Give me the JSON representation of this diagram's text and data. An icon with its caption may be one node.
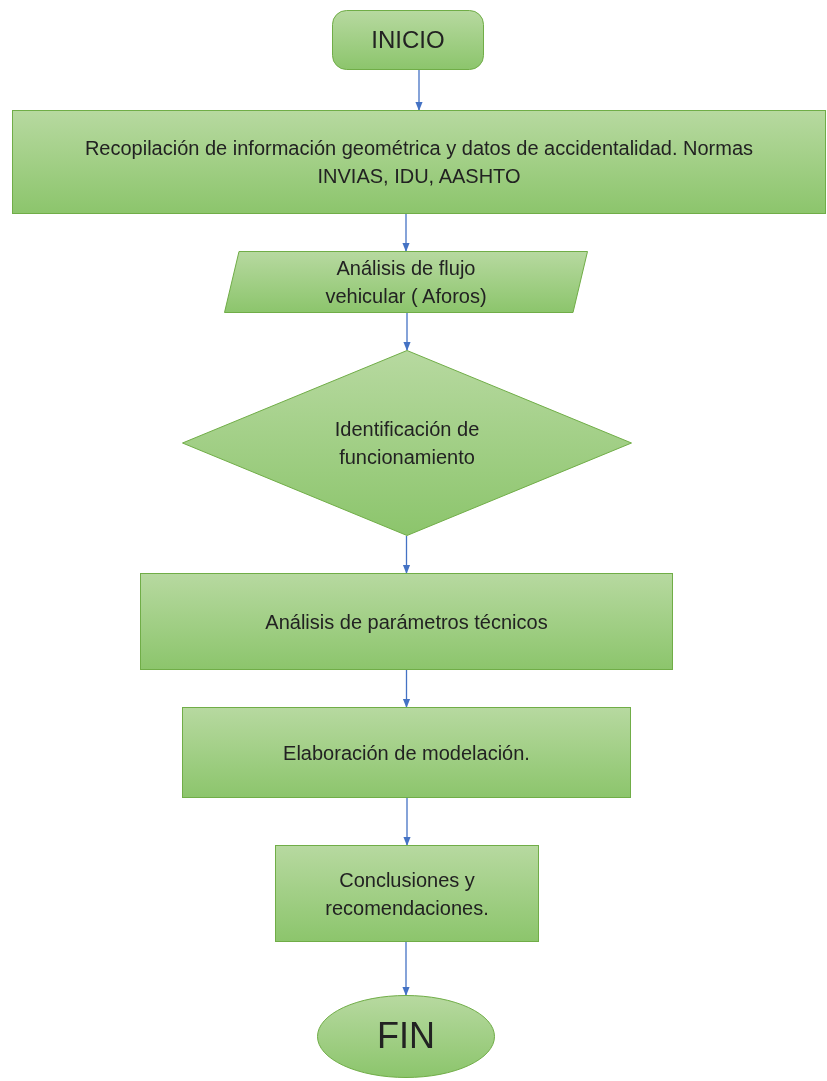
{
  "diagram": {
    "nodes": [
      {
        "text": [
          "INICIO"
        ]
      },
      {
        "text": [
          "Recopilación de información geométrica y datos de accidentalidad. Normas INVIAS, IDU, AASHTO"
        ]
      },
      {
        "text": [
          "Análisis de flujo vehicular ( Aforos)"
        ]
      },
      {
        "text": [
          "Identificación de funcionamiento"
        ]
      },
      {
        "text": [
          "Análisis de parámetros técnicos"
        ]
      },
      {
        "text": [
          "Elaboración de modelación."
        ]
      },
      {
        "text": [
          "Conclusiones y recomendaciones."
        ]
      },
      {
        "text": [
          "FIN"
        ]
      }
    ],
    "edges": [
      {
        "from": 0,
        "to": 1,
        "arrow": "to"
      },
      {
        "from": 1,
        "to": 2,
        "arrow": "to"
      },
      {
        "from": 2,
        "to": 3,
        "arrow": "to"
      },
      {
        "from": 3,
        "to": 4,
        "arrow": "to"
      },
      {
        "from": 4,
        "to": 5,
        "arrow": "to"
      },
      {
        "from": 5,
        "to": 6,
        "arrow": "to"
      },
      {
        "from": 6,
        "to": 7,
        "arrow": "to"
      }
    ]
  }
}
